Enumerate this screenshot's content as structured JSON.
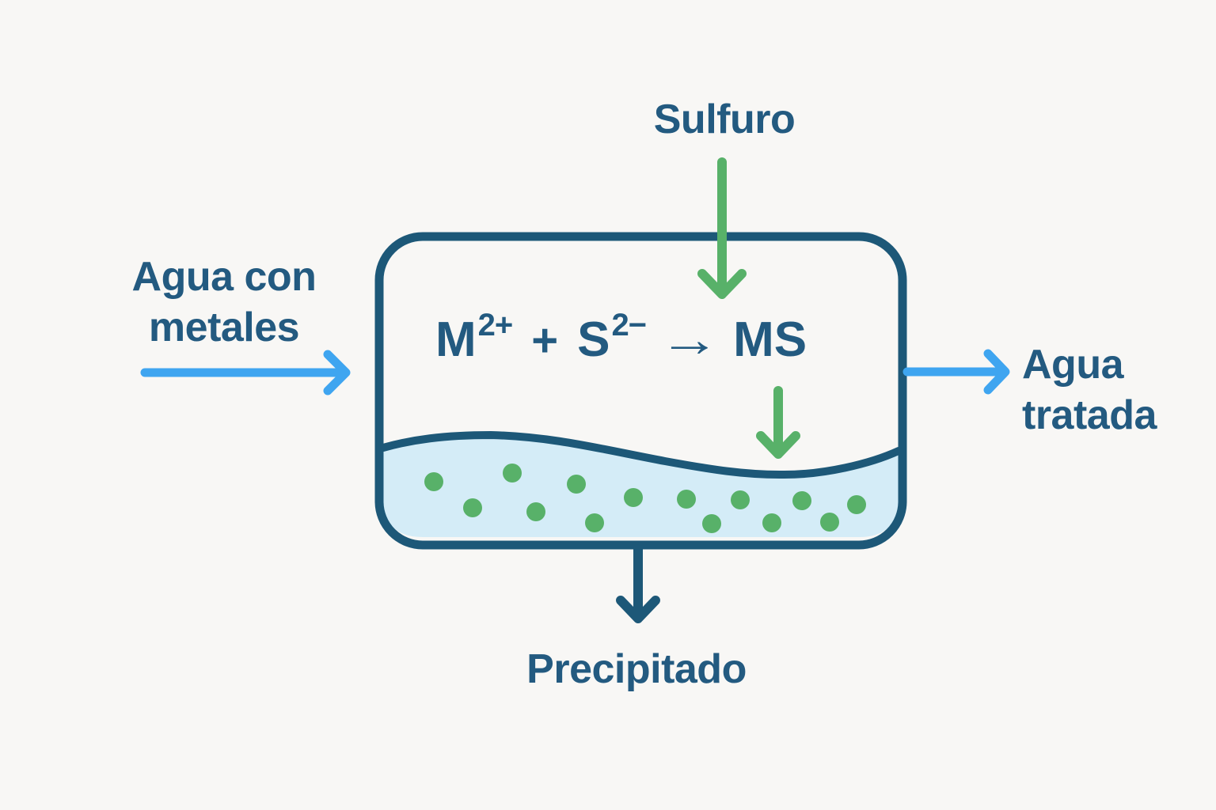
{
  "colors": {
    "background": "#f8f7f5",
    "text_blue": "#235a80",
    "tank_blue": "#1d5878",
    "flow_blue": "#3fa5f0",
    "green": "#58b169",
    "liquid_blue": "#d4ecf7"
  },
  "labels": {
    "sulfide": "Sulfuro",
    "inflow_line1": "Agua con",
    "inflow_line2": "metales",
    "outflow_line1": "Agua",
    "outflow_line2": "tratada",
    "precipitate": "Precipitado"
  },
  "equation": {
    "reactant1_base": "M",
    "reactant1_sup": "2+",
    "plus": "+",
    "reactant2_base": "S",
    "reactant2_sup": "2−",
    "arrow": "→",
    "product": "MS"
  }
}
